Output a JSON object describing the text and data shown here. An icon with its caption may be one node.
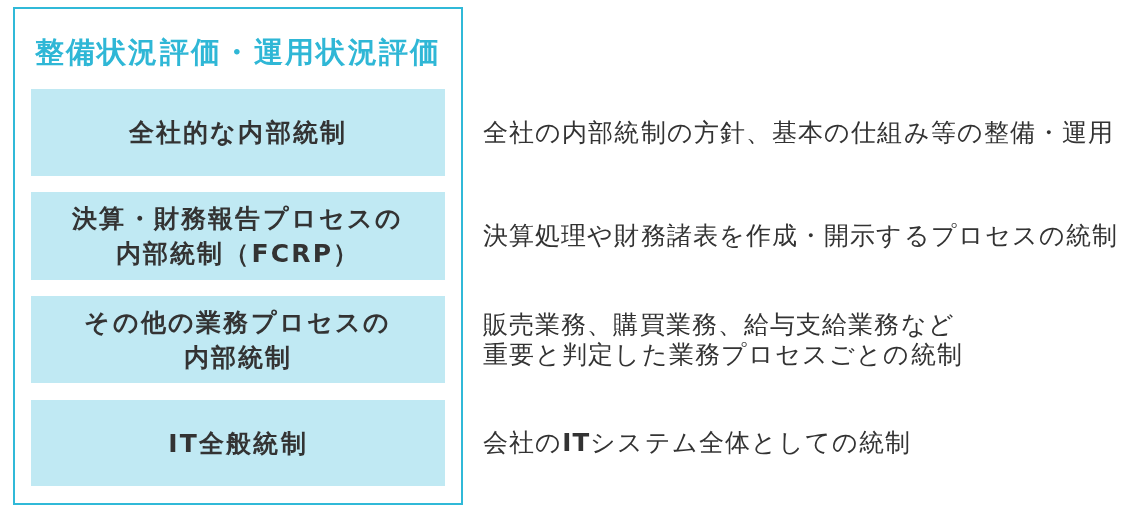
{
  "diagram": {
    "nodes": [
      {
        "text": [
          "整備状況評価・運用状況評価"
        ]
      },
      {
        "text": [
          "全社的な内部統制"
        ],
        "in": 0,
        "beside": [
          "全社の内部統制の方針、基本の仕組み等の整備・運用"
        ]
      },
      {
        "text": [
          "決算・財務報告プロセスの内部統制（FCRP）"
        ],
        "in": 0,
        "beside": [
          "決算処理や財務諸表を作成・開示するプロセスの統制"
        ]
      },
      {
        "text": [
          "その他の業務プロセスの内部統制"
        ],
        "in": 0,
        "beside": [
          "販売業務、購買業務、給与支給業務など重要と判定した業務プロセスごとの統制"
        ]
      },
      {
        "text": [
          "IT全般統制"
        ],
        "in": 0,
        "beside": [
          "会社の**IT**システム全体としての統制"
        ]
      }
    ]
  }
}
